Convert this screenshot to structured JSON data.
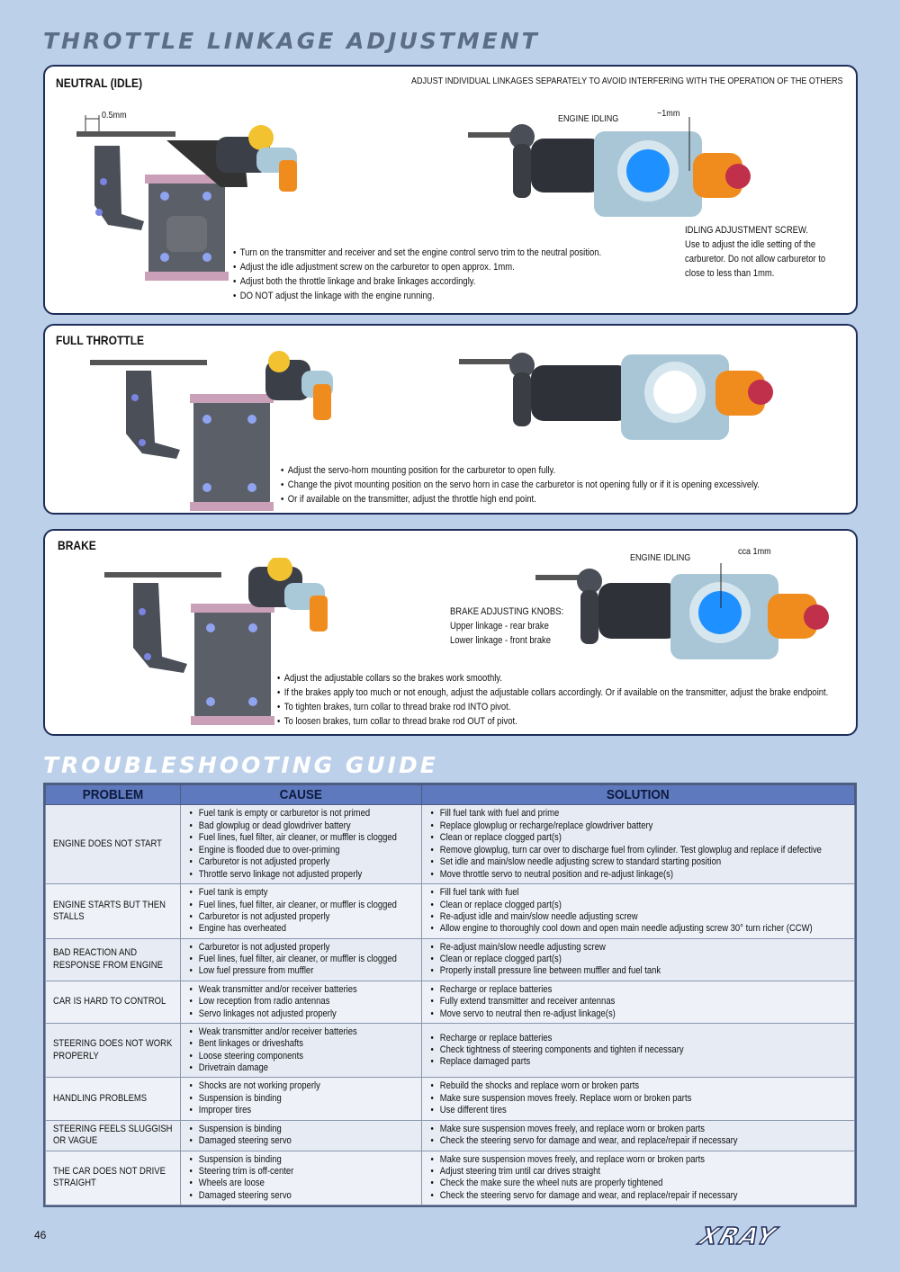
{
  "page": {
    "title": "THROTTLE LINKAGE ADJUSTMENT",
    "troubleshooting_title": "TROUBLESHOOTING GUIDE",
    "page_number": "46",
    "brand": "XRAY"
  },
  "colors": {
    "background": "#bcd0ea",
    "panel_border": "#1f2d5a",
    "table_header": "#5f79bf",
    "carburetor_blue": "#1e90ff",
    "carburetor_orange": "#f08c1e"
  },
  "neutral": {
    "heading": "NEUTRAL (IDLE)",
    "top_note": "ADJUST INDIVIDUAL LINKAGES SEPARATELY TO AVOID INTERFERING WITH THE OPERATION OF THE OTHERS",
    "gap_label": "0.5mm",
    "engine_idling_label": "ENGINE IDLING",
    "idling_gap_label": "~1mm",
    "screw_note": [
      "IDLING ADJUSTMENT SCREW.",
      "Use to adjust the idle setting of the",
      "carburetor. Do not allow carburetor to",
      "close to less than 1mm."
    ],
    "bullets": [
      "Turn on the transmitter and receiver and set the engine control servo trim to the neutral position.",
      "Adjust the idle adjustment screw on the carburetor to open approx. 1mm.",
      "Adjust both the throttle linkage and brake linkages accordingly.",
      "DO NOT adjust the linkage with the engine running."
    ]
  },
  "full_throttle": {
    "heading": "FULL THROTTLE",
    "bullets": [
      "Adjust the servo-horn mounting position for the carburetor to open fully.",
      "Change the pivot mounting position on the servo horn in case the carburetor is not opening fully or if it is opening excessively.",
      "Or if available on the transmitter, adjust the throttle high end point."
    ]
  },
  "brake": {
    "heading": "BRAKE",
    "engine_idling_label": "ENGINE IDLING",
    "idling_gap_label": "cca 1mm",
    "knobs_note": [
      "BRAKE ADJUSTING KNOBS:",
      "Upper linkage - rear brake",
      "Lower linkage - front brake"
    ],
    "bullets": [
      "Adjust the adjustable collars so the brakes work smoothly.",
      "If the brakes apply too much or not enough, adjust the adjustable collars accordingly. Or if available on the transmitter, adjust the brake endpoint.",
      "To tighten brakes, turn collar to thread brake rod INTO pivot.",
      "To loosen brakes, turn collar to thread brake rod OUT of pivot."
    ]
  },
  "table": {
    "headers": [
      "PROBLEM",
      "CAUSE",
      "SOLUTION"
    ],
    "rows": [
      {
        "problem": "ENGINE DOES NOT START",
        "causes": [
          "Fuel tank is empty or carburetor is not primed",
          "Bad glowplug or dead glowdriver battery",
          "Fuel lines, fuel filter, air cleaner, or muffler is clogged",
          "Engine is flooded due to over-priming",
          "Carburetor is not adjusted properly",
          "Throttle servo linkage not adjusted properly"
        ],
        "solutions": [
          "Fill fuel tank with fuel and prime",
          "Replace glowplug or recharge/replace glowdriver battery",
          "Clean or replace clogged part(s)",
          "Remove glowplug, turn car over to discharge fuel from cylinder. Test glowplug and replace if defective",
          "Set idle and main/slow needle adjusting screw to standard starting position",
          "Move throttle servo to neutral position and re-adjust linkage(s)"
        ]
      },
      {
        "problem": "ENGINE STARTS BUT THEN STALLS",
        "causes": [
          "Fuel tank is empty",
          "Fuel lines, fuel filter, air cleaner, or muffler is clogged",
          "Carburetor is not adjusted properly",
          "Engine has overheated"
        ],
        "solutions": [
          "Fill fuel tank with fuel",
          "Clean or replace clogged part(s)",
          "Re-adjust idle and main/slow needle adjusting screw",
          "Allow engine to thoroughly cool down and open main needle adjusting screw 30° turn richer (CCW)"
        ]
      },
      {
        "problem": "BAD REACTION AND RESPONSE FROM ENGINE",
        "causes": [
          "Carburetor is not adjusted properly",
          "Fuel lines, fuel filter, air cleaner, or muffler is clogged",
          "Low fuel pressure from muffler"
        ],
        "solutions": [
          "Re-adjust main/slow needle adjusting screw",
          "Clean or replace clogged part(s)",
          "Properly install pressure line between muffler and fuel tank"
        ]
      },
      {
        "problem": "CAR IS HARD TO CONTROL",
        "causes": [
          "Weak transmitter and/or receiver batteries",
          "Low reception from radio antennas",
          "Servo linkages not adjusted properly"
        ],
        "solutions": [
          "Recharge or replace batteries",
          "Fully extend transmitter and receiver antennas",
          "Move servo to neutral then re-adjust linkage(s)"
        ]
      },
      {
        "problem": "STEERING DOES NOT WORK PROPERLY",
        "causes": [
          "Weak transmitter and/or receiver batteries",
          "Bent linkages or driveshafts",
          "Loose steering components",
          "Drivetrain damage"
        ],
        "solutions": [
          "Recharge or replace batteries",
          "Check tightness of steering components and tighten if necessary",
          "Replace damaged parts"
        ]
      },
      {
        "problem": "HANDLING PROBLEMS",
        "causes": [
          "Shocks are not working properly",
          "Suspension is binding",
          "Improper tires"
        ],
        "solutions": [
          "Rebuild the shocks and replace worn or broken parts",
          "Make sure suspension moves freely. Replace worn or broken parts",
          "Use different tires"
        ]
      },
      {
        "problem": "STEERING FEELS SLUGGISH OR VAGUE",
        "causes": [
          "Suspension is binding",
          "Damaged steering servo"
        ],
        "solutions": [
          "Make sure suspension moves freely, and replace worn or broken parts",
          "Check the steering servo for damage and wear, and replace/repair if necessary"
        ]
      },
      {
        "problem": "THE CAR DOES NOT DRIVE STRAIGHT",
        "causes": [
          "Suspension is binding",
          "Steering trim is off-center",
          "Wheels are loose",
          "Damaged steering servo"
        ],
        "solutions": [
          "Make sure suspension moves freely, and replace worn or broken parts",
          "Adjust steering trim until car drives straight",
          "Check the make sure the wheel nuts are properly tightened",
          "Check the steering servo for damage and wear, and replace/repair if necessary"
        ]
      }
    ]
  }
}
